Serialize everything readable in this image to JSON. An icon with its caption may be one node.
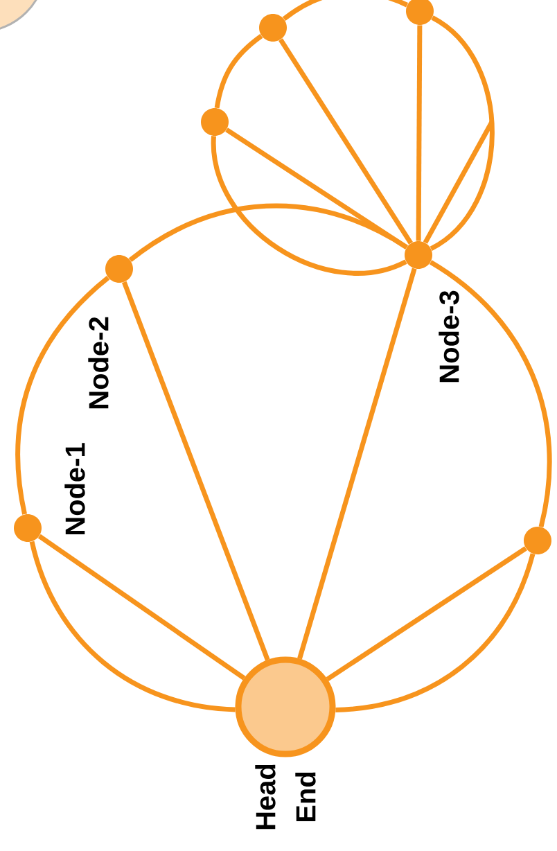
{
  "diagram": {
    "nodes": [
      {
        "text": [
          "Head End"
        ]
      },
      {
        "text": [
          "Node-1"
        ]
      },
      {
        "text": [
          "Node-2"
        ]
      },
      {
        "text": [
          "Node-3"
        ]
      },
      {
        "text": [],
        "shape": "circle"
      },
      {
        "text": [],
        "shape": "circle"
      },
      {
        "text": [],
        "shape": "circle"
      },
      {
        "text": [],
        "shape": "circle"
      }
    ],
    "edges": [
      {
        "from": 0,
        "to": 1,
        "arrow": "none"
      },
      {
        "from": 1,
        "to": 2,
        "arrow": "none"
      },
      {
        "from": 2,
        "to": 3,
        "arrow": "none"
      },
      {
        "from": 3,
        "to": 4,
        "arrow": "none"
      },
      {
        "from": 4,
        "to": 0,
        "arrow": "none"
      },
      {
        "from": 0,
        "to": 1,
        "arrow": "none"
      },
      {
        "from": 0,
        "to": 2,
        "arrow": "none"
      },
      {
        "from": 0,
        "to": 3,
        "arrow": "none"
      },
      {
        "from": 0,
        "to": 4,
        "arrow": "none"
      },
      {
        "from": 3,
        "to": 5,
        "arrow": "none"
      },
      {
        "from": 5,
        "to": 6,
        "arrow": "none"
      },
      {
        "from": 6,
        "to": 7,
        "arrow": "none"
      },
      {
        "from": 7,
        "to": 3,
        "arrow": "none"
      },
      {
        "from": 5,
        "to": 3,
        "arrow": "none"
      },
      {
        "from": 6,
        "to": 3,
        "arrow": "none"
      },
      {
        "from": 7,
        "to": 3,
        "arrow": "none"
      },
      {
        "from": 3,
        "to": null,
        "arrow": "none"
      }
    ]
  }
}
